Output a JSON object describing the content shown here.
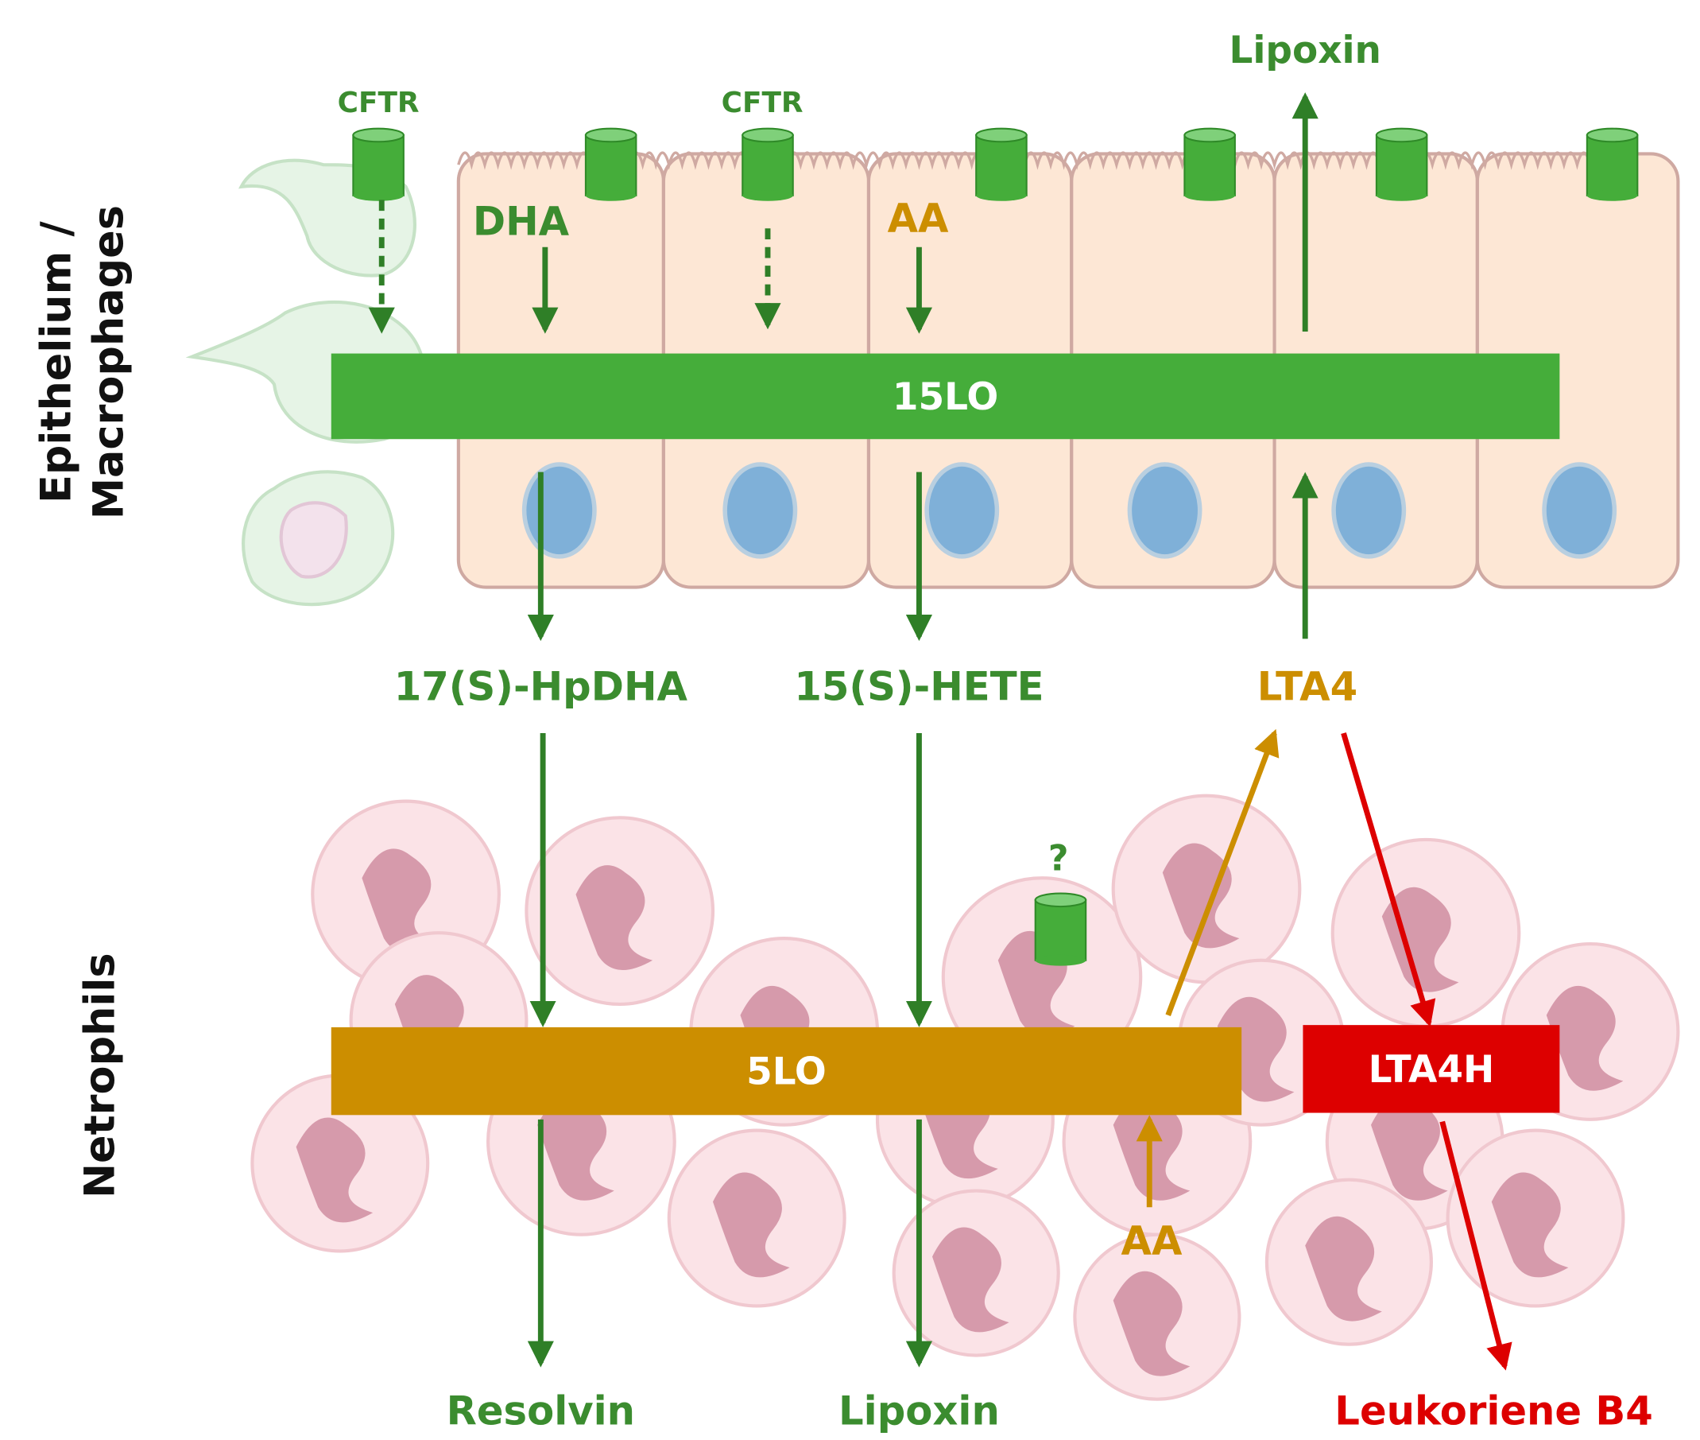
{
  "side_labels": {
    "top_line1": "Epithelium /",
    "top_line2": "Macrophages",
    "bottom": "Netrophils"
  },
  "enzymes": {
    "lo15": "15LO",
    "lo5": "5LO",
    "lta4h": "LTA4H"
  },
  "top_labels": {
    "cftr_1": "CFTR",
    "cftr_2": "CFTR",
    "dha": "DHA",
    "aa": "AA",
    "lipoxin": "Lipoxin"
  },
  "intermediates": {
    "hpdha": "17(S)-HpDHA",
    "hete": "15(S)-HETE",
    "lta4": "LTA4"
  },
  "neutrophil_labels": {
    "question": "?",
    "aa": "AA"
  },
  "products": {
    "resolvin": "Resolvin",
    "lipoxin": "Lipoxin",
    "ltb4": "Leukoriene B4"
  },
  "colors": {
    "green_bar": "#45ad3a",
    "green_text": "#3b8c2f",
    "gold": "#cc8e00",
    "red": "#dd0000"
  }
}
